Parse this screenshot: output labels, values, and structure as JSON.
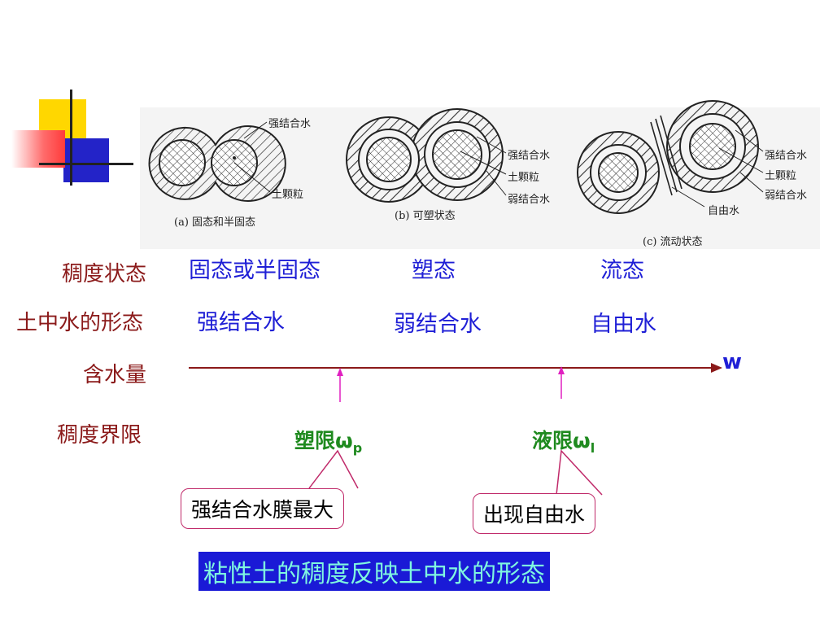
{
  "figures": {
    "a": {
      "caption": "(a)  固态和半固态",
      "label1": "强结合水",
      "label2": "土颗粒"
    },
    "b": {
      "caption": "(b)  可塑状态",
      "label1": "强结合水",
      "label2": "土颗粒",
      "label3": "弱结合水"
    },
    "c": {
      "caption": "(c)  流动状态",
      "label1": "强结合水",
      "label2": "土颗粒",
      "label3": "弱结合水",
      "label4": "自由水"
    }
  },
  "rows": {
    "consistency_state": "稠度状态",
    "water_form": "土中水的形态",
    "water_content": "含水量",
    "consistency_limit": "稠度界限"
  },
  "states": [
    "固态或半固态",
    "塑态",
    "流态"
  ],
  "water_forms": [
    "强结合水",
    "弱结合水",
    "自由水"
  ],
  "axis_symbol": "w",
  "limits": {
    "plastic": {
      "label": "塑限",
      "symbol": "ω",
      "subscript": "p"
    },
    "liquid": {
      "label": "液限",
      "symbol": "ω",
      "subscript": "l"
    }
  },
  "callouts": [
    "强结合水膜最大",
    "出现自由水"
  ],
  "summary": "粘性土的稠度反映土中水的形态",
  "colors": {
    "row_label": "#8b1a1a",
    "state_text": "#1f1fd6",
    "limit_text": "#1f8a1f",
    "summary_bg": "#1a1ad6",
    "summary_text": "#7ff7e0"
  }
}
